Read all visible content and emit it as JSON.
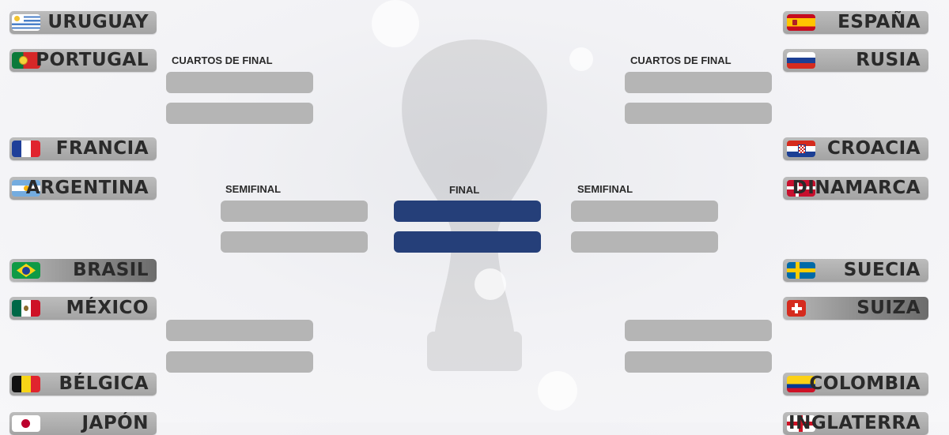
{
  "rounds": {
    "quarter_left": "CUARTOS DE FINAL",
    "quarter_right": "CUARTOS DE FINAL",
    "semi_left": "SEMIFINAL",
    "semi_right": "SEMIFINAL",
    "final": "FINAL"
  },
  "left_teams": [
    {
      "name": "URUGUAY",
      "flag": "uruguay-flag-icon"
    },
    {
      "name": "PORTUGAL",
      "flag": "portugal-flag-icon"
    },
    {
      "name": "FRANCIA",
      "flag": "france-flag-icon"
    },
    {
      "name": "ARGENTINA",
      "flag": "argentina-flag-icon"
    },
    {
      "name": "BRASIL",
      "flag": "brazil-flag-icon"
    },
    {
      "name": "MÉXICO",
      "flag": "mexico-flag-icon"
    },
    {
      "name": "BÉLGICA",
      "flag": "belgium-flag-icon"
    },
    {
      "name": "JAPÓN",
      "flag": "japan-flag-icon"
    }
  ],
  "right_teams": [
    {
      "name": "ESPAÑA",
      "flag": "spain-flag-icon"
    },
    {
      "name": "RUSIA",
      "flag": "russia-flag-icon"
    },
    {
      "name": "CROACIA",
      "flag": "croatia-flag-icon"
    },
    {
      "name": "DINAMARCA",
      "flag": "denmark-flag-icon"
    },
    {
      "name": "SUECIA",
      "flag": "sweden-flag-icon"
    },
    {
      "name": "SUIZA",
      "flag": "switzerland-flag-icon"
    },
    {
      "name": "COLOMBIA",
      "flag": "colombia-flag-icon"
    },
    {
      "name": "INGLATERRA",
      "flag": "england-flag-icon"
    }
  ],
  "colors": {
    "final_slot": "#253f79",
    "slot": "#b5b5b5",
    "team_bar": "#a8a8a8"
  }
}
